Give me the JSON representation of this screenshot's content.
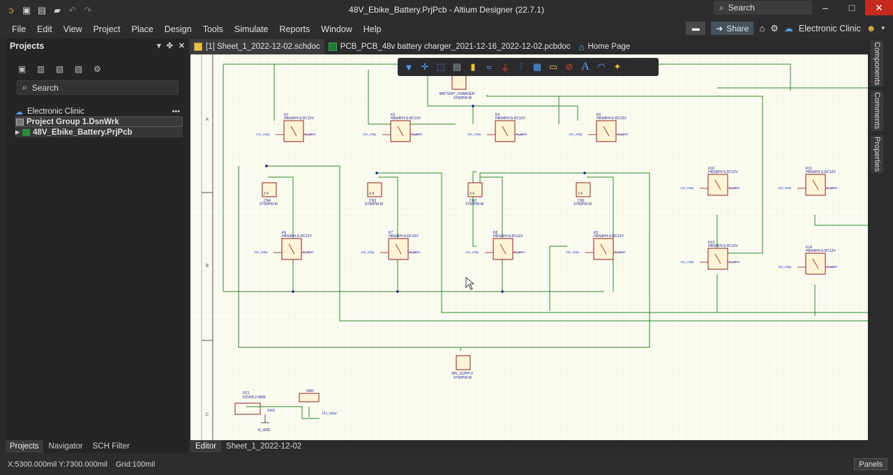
{
  "window": {
    "title": "48V_Ebike_Battery.PrjPcb - Altium Designer (22.7.1)",
    "search_label": "Search",
    "minimize": "–",
    "maximize": "□",
    "close": "✕"
  },
  "menu": {
    "items": [
      "File",
      "Edit",
      "View",
      "Project",
      "Place",
      "Design",
      "Tools",
      "Simulate",
      "Reports",
      "Window",
      "Help"
    ],
    "share_label": "Share",
    "user_label": "Electronic Clinic"
  },
  "projects_panel": {
    "title": "Projects",
    "search_placeholder": "Search",
    "tree": {
      "workspace": "Electronic Clinic",
      "group": "Project Group 1.DsnWrk",
      "project": "48V_Ebike_Battery.PrjPcb"
    },
    "bottom_tabs": [
      "Projects",
      "Navigator",
      "SCH Filter"
    ]
  },
  "doc_tabs": [
    {
      "label": "[1] Sheet_1_2022-12-02.schdoc"
    },
    {
      "label": "PCB_PCB_48v battery charger_2021-12-16_2022-12-02.pcbdoc"
    },
    {
      "label": "Home Page"
    }
  ],
  "right_tabs": [
    "Components",
    "Comments",
    "Properties"
  ],
  "editor_tabs": [
    "Editor",
    "Sheet_1_2022-12-02"
  ],
  "status": {
    "coords": "X:5300.000mil Y:7300.000mil",
    "grid": "Grid:100mil",
    "panels_label": "Panels"
  },
  "schematic": {
    "zone_labels": [
      "A",
      "B",
      "C"
    ],
    "relay_type": "HRS4FH-S-DC12V",
    "relay_left_net": "12v_relay",
    "relay_right_net": "P_GND",
    "connector_type": "XT60PW-M",
    "relays": [
      {
        "ref": "K2"
      },
      {
        "ref": "K3"
      },
      {
        "ref": "K4"
      },
      {
        "ref": "K5"
      },
      {
        "ref": "K6"
      },
      {
        "ref": "K7"
      },
      {
        "ref": "K8"
      },
      {
        "ref": "K9"
      },
      {
        "ref": "K10"
      },
      {
        "ref": "K11"
      },
      {
        "ref": "K13"
      },
      {
        "ref": "K14"
      }
    ],
    "connectors": [
      {
        "ref": "CN4"
      },
      {
        "ref": "CN3"
      },
      {
        "ref": "CN2"
      },
      {
        "ref": "CN1"
      }
    ],
    "battery_charger": {
      "name": "BATTERY_CHARGER"
    },
    "supply": {
      "name": "48V_SUPPLY"
    },
    "dc_jack": {
      "ref": "DC1",
      "type": "DC005-2.0MM",
      "gnd": "GND",
      "net": "R_GND"
    },
    "switch": {
      "ref": "SW2",
      "net": "12v_relay"
    }
  },
  "colors": {
    "wire": "#2a8a2a",
    "component": "#8b1e1e",
    "component_fill": "#fdf4d8",
    "net_label": "#2a3fd0",
    "ref_text": "#1a1a8a"
  }
}
